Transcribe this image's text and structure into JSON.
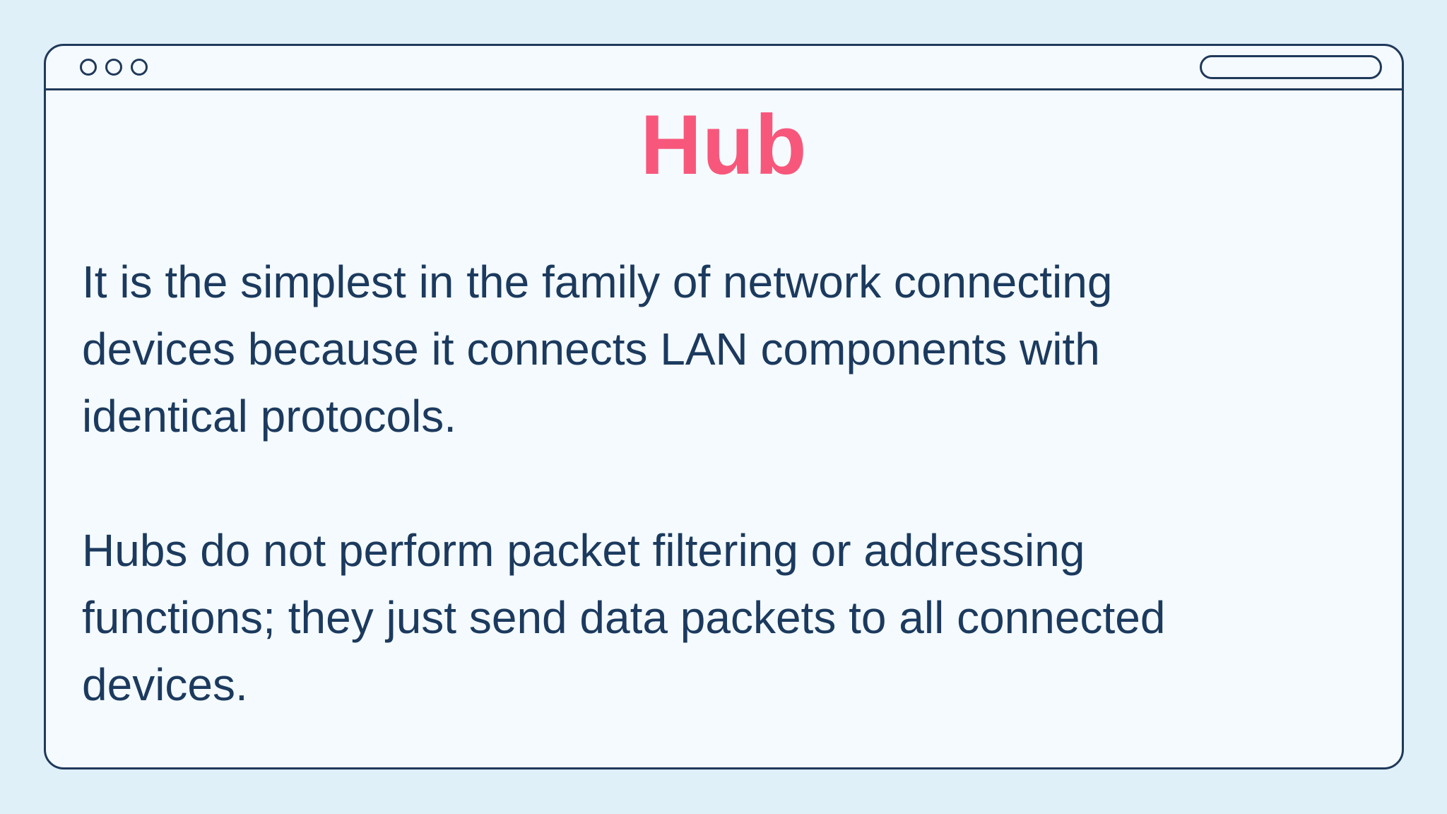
{
  "window": {
    "controls": {
      "dots": [
        "window-dot",
        "window-dot",
        "window-dot"
      ],
      "url_bar_value": "",
      "url_bar_placeholder": ""
    }
  },
  "content": {
    "title": "Hub",
    "paragraphs": [
      {
        "text": "It is the simplest in the family of network connecting devices because it connects LAN components with identical protocols.",
        "lines": [
          "It is the simplest in the family of network connecting",
          "devices because it connects LAN components with",
          "identical protocols."
        ]
      },
      {
        "text": "Hubs do not perform packet filtering or addressing functions; they just send data packets to all connected devices.",
        "lines": [
          "Hubs do not perform packet filtering or addressing",
          "functions; they just send data packets to all connected",
          "devices."
        ]
      }
    ]
  },
  "colors": {
    "page_background": "#e0f0f9",
    "window_background": "#f4fafd",
    "outline": "#20395a",
    "title": "#f8577c",
    "body_text": "#1c3a5e"
  }
}
